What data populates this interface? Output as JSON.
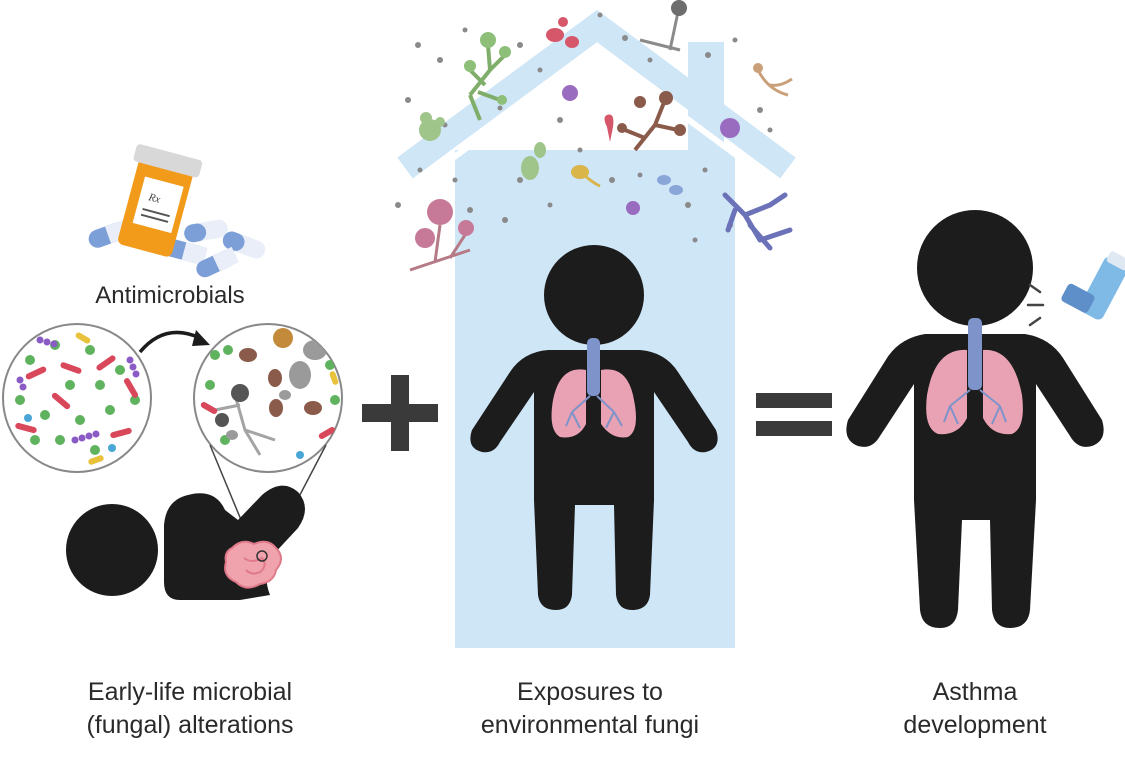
{
  "antimicrobials_label": "Antimicrobials",
  "rx_label": "Rx",
  "captions": {
    "left": {
      "line1": "Early-life microbial",
      "line2": "(fungal) alterations"
    },
    "middle": {
      "line1": "Exposures to",
      "line2": "environmental fungi"
    },
    "right": {
      "line1": "Asthma",
      "line2": "development"
    }
  },
  "operators": {
    "plus": "+",
    "equals": "="
  },
  "colors": {
    "silhouette": "#1c1c1c",
    "house": "#cfe6f7",
    "lungs": "#e8a2b4",
    "trachea": "#7e93c9",
    "pill_bottle": "#f29a1a",
    "pill_blue": "#7d9fd8",
    "inhaler": "#7fb9e6"
  }
}
